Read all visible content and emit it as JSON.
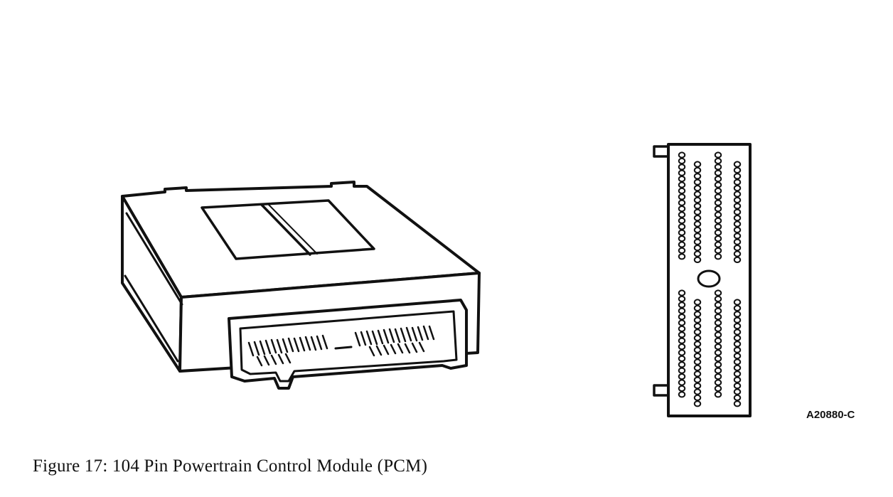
{
  "figure": {
    "caption": "Figure 17: 104 Pin Powertrain Control Module (PCM)",
    "figure_id": "A20880-C",
    "line_color": "#111111",
    "background": "#ffffff"
  },
  "connector": {
    "pin_count": 104
  }
}
